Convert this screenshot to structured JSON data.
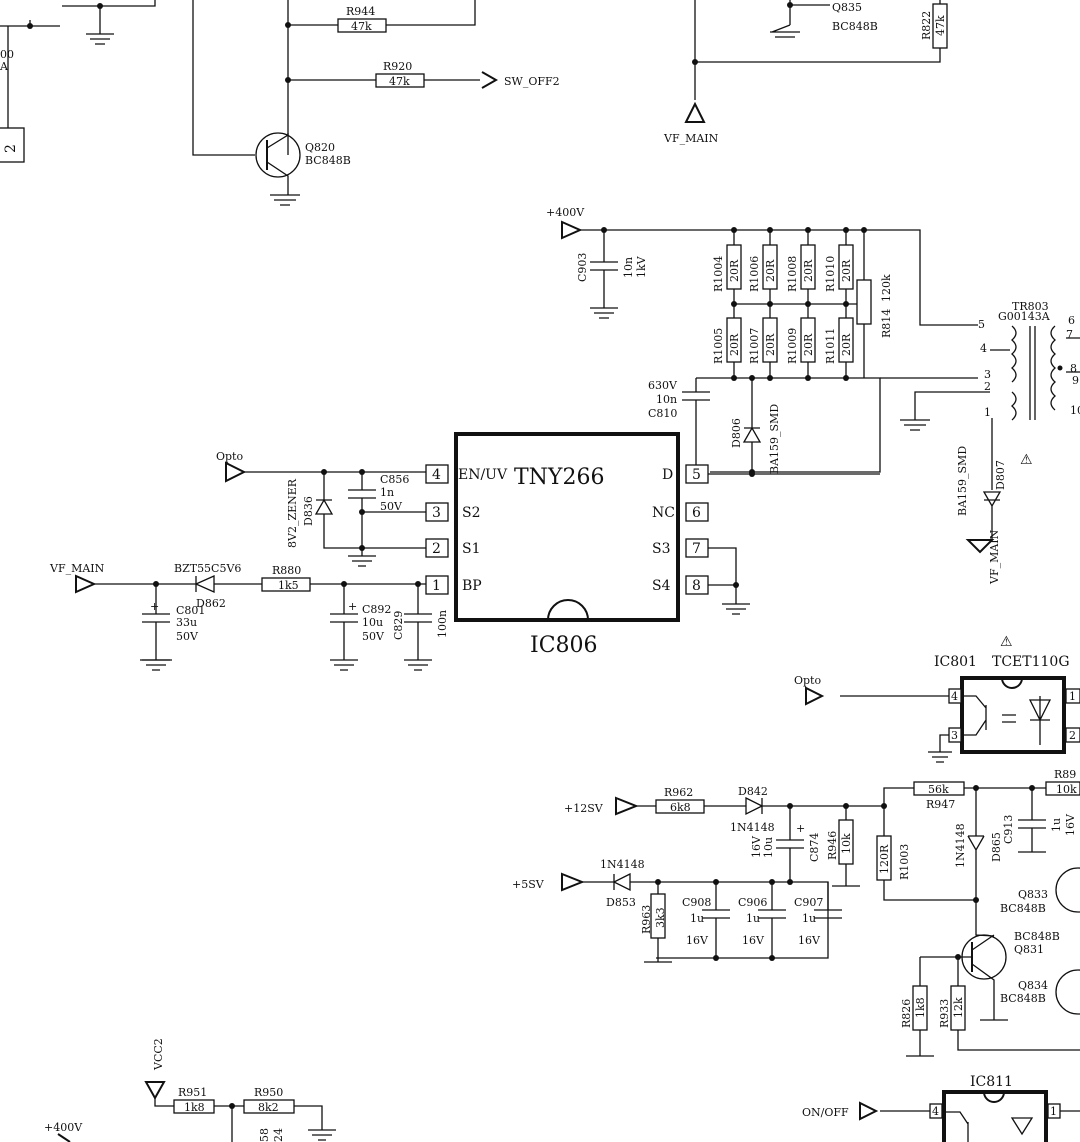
{
  "ic806": {
    "part": "TNY266",
    "ref": "IC806",
    "left_pins": [
      {
        "num": "4",
        "name": "EN/UV"
      },
      {
        "num": "3",
        "name": "S2"
      },
      {
        "num": "2",
        "name": "S1"
      },
      {
        "num": "1",
        "name": "BP"
      }
    ],
    "right_pins": [
      {
        "num": "5",
        "name": "D"
      },
      {
        "num": "6",
        "name": "NC"
      },
      {
        "num": "7",
        "name": "S3"
      },
      {
        "num": "8",
        "name": "S4"
      }
    ]
  },
  "ic801": {
    "ref": "IC801",
    "part": "TCET110G",
    "pins": [
      "4",
      "3",
      "1",
      "2"
    ]
  },
  "ic811": {
    "ref": "IC811",
    "pins": [
      "4",
      "1"
    ]
  },
  "transformer": {
    "ref": "TR803",
    "part": "G00143A",
    "pins": [
      "5",
      "4",
      "3",
      "2",
      "1",
      "6",
      "7",
      "8",
      "9",
      "10"
    ]
  },
  "nets": {
    "sw_off2": "SW_OFF2",
    "vf_main": "VF_MAIN",
    "vf_main_left": "VF_MAIN",
    "vf_main_right": "VF_MAIN",
    "v400": "+400V",
    "v400_bottom": "+400V",
    "opto": "Opto",
    "opto2": "Opto",
    "v12": "+12SV",
    "v5": "+5SV",
    "vcc2": "VCC2",
    "onoff": "ON/OFF"
  },
  "resistors": [
    {
      "ref": "R944",
      "value": "47k"
    },
    {
      "ref": "R920",
      "value": "47k"
    },
    {
      "ref": "R822",
      "value": "47k"
    },
    {
      "ref": "R1004",
      "value": "20R"
    },
    {
      "ref": "R1006",
      "value": "20R"
    },
    {
      "ref": "R1008",
      "value": "20R"
    },
    {
      "ref": "R1010",
      "value": "20R"
    },
    {
      "ref": "R1005",
      "value": "20R"
    },
    {
      "ref": "R1007",
      "value": "20R"
    },
    {
      "ref": "R1009",
      "value": "20R"
    },
    {
      "ref": "R1011",
      "value": "20R"
    },
    {
      "ref": "R814",
      "value": "120k"
    },
    {
      "ref": "R880",
      "value": "1k5"
    },
    {
      "ref": "R962",
      "value": "6k8"
    },
    {
      "ref": "R947",
      "value": "56k"
    },
    {
      "ref": "R946",
      "value": "10k"
    },
    {
      "ref": "R1003",
      "value": "120R"
    },
    {
      "ref": "R963",
      "value": "3k3"
    },
    {
      "ref": "R826",
      "value": "1k8"
    },
    {
      "ref": "R933",
      "value": "12k"
    },
    {
      "ref": "R951",
      "value": "1k8"
    },
    {
      "ref": "R950",
      "value": "8k2"
    },
    {
      "ref": "R89",
      "value": "10k"
    }
  ],
  "capacitors": [
    {
      "ref": "C903",
      "value": "10n",
      "rating": "1kV"
    },
    {
      "ref": "C810",
      "value": "10n",
      "rating": "630V"
    },
    {
      "ref": "C856",
      "value": "1n",
      "rating": "50V"
    },
    {
      "ref": "C801",
      "value": "33u",
      "rating": "50V"
    },
    {
      "ref": "C892",
      "value": "10u",
      "rating": "50V"
    },
    {
      "ref": "C829",
      "value": "100n",
      "rating": ""
    },
    {
      "ref": "C874",
      "value": "10u",
      "rating": "16V"
    },
    {
      "ref": "C908",
      "value": "1u",
      "rating": "16V"
    },
    {
      "ref": "C906",
      "value": "1u",
      "rating": "16V"
    },
    {
      "ref": "C907",
      "value": "1u",
      "rating": "16V"
    },
    {
      "ref": "C913",
      "value": "1u",
      "rating": "16V"
    }
  ],
  "diodes": [
    {
      "ref": "D806",
      "part": "BA159_SMD"
    },
    {
      "ref": "D807",
      "part": "BA159_SMD"
    },
    {
      "ref": "D836",
      "part": "8V2_ZENER"
    },
    {
      "ref": "D862",
      "part": "BZT55C5V6"
    },
    {
      "ref": "D842",
      "part": "1N4148"
    },
    {
      "ref": "D853",
      "part": "1N4148"
    },
    {
      "ref": "D865",
      "part": "1N4148"
    }
  ],
  "transistors": [
    {
      "ref": "Q820",
      "part": "BC848B"
    },
    {
      "ref": "Q835",
      "part": "BC848B"
    },
    {
      "ref": "Q833",
      "part": "BC848B"
    },
    {
      "ref": "Q831",
      "part": "BC848B"
    },
    {
      "ref": "Q834",
      "part": "BC848B"
    }
  ],
  "fragments": {
    "top_left_a": "00",
    "top_left_b": "A",
    "left_box": "2",
    "bottom_frag_a": "58",
    "bottom_frag_b": "24"
  },
  "warning_symbol": "⚠"
}
